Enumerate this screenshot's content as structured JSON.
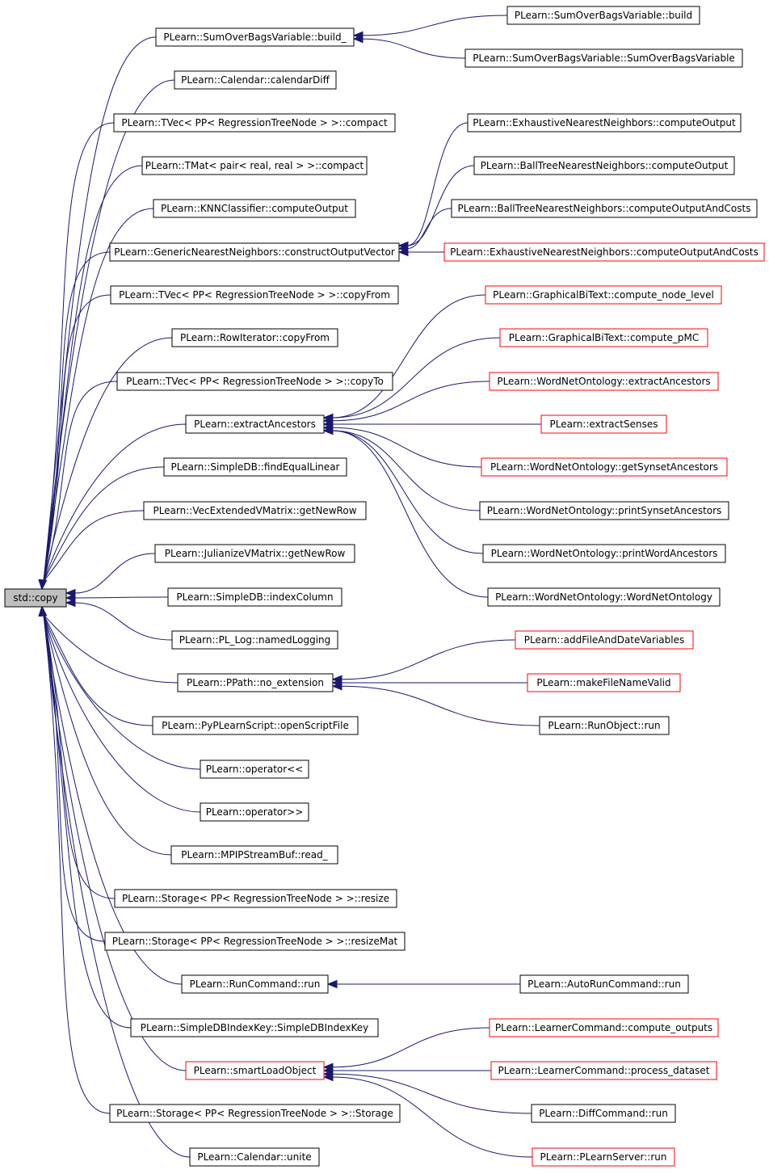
{
  "colors": {
    "edge": "#191970",
    "root_fill": "#bfbfbf",
    "node_fill": "#ffffff",
    "node_border": "#000000",
    "truncated_border": "#ff0000"
  },
  "nodes": [
    {
      "id": "root",
      "label": "std::copy",
      "style": "root"
    },
    {
      "id": "n1",
      "label": "PLearn::SumOverBagsVariable::build_",
      "style": "normal"
    },
    {
      "id": "n2",
      "label": "PLearn::Calendar::calendarDiff",
      "style": "normal"
    },
    {
      "id": "n3",
      "label": "PLearn::TVec< PP< RegressionTreeNode > >::compact",
      "style": "normal"
    },
    {
      "id": "n4",
      "label": "PLearn::TMat< pair< real, real > >::compact",
      "style": "normal"
    },
    {
      "id": "n5",
      "label": "PLearn::KNNClassifier::computeOutput",
      "style": "normal"
    },
    {
      "id": "n6",
      "label": "PLearn::GenericNearestNeighbors::constructOutputVector",
      "style": "normal"
    },
    {
      "id": "n7",
      "label": "PLearn::TVec< PP< RegressionTreeNode > >::copyFrom",
      "style": "normal"
    },
    {
      "id": "n8",
      "label": "PLearn::RowIterator::copyFrom",
      "style": "normal"
    },
    {
      "id": "n9",
      "label": "PLearn::TVec< PP< RegressionTreeNode > >::copyTo",
      "style": "normal"
    },
    {
      "id": "n10",
      "label": "PLearn::extractAncestors",
      "style": "normal"
    },
    {
      "id": "n11",
      "label": "PLearn::SimpleDB::findEqualLinear",
      "style": "normal"
    },
    {
      "id": "n12",
      "label": "PLearn::VecExtendedVMatrix::getNewRow",
      "style": "normal"
    },
    {
      "id": "n13",
      "label": "PLearn::JulianizeVMatrix::getNewRow",
      "style": "normal"
    },
    {
      "id": "n14",
      "label": "PLearn::SimpleDB::indexColumn",
      "style": "normal"
    },
    {
      "id": "n15",
      "label": "PLearn::PL_Log::namedLogging",
      "style": "normal"
    },
    {
      "id": "n16",
      "label": "PLearn::PPath::no_extension",
      "style": "normal"
    },
    {
      "id": "n17",
      "label": "PLearn::PyPLearnScript::openScriptFile",
      "style": "normal"
    },
    {
      "id": "n18",
      "label": "PLearn::operator<<",
      "style": "normal"
    },
    {
      "id": "n19",
      "label": "PLearn::operator>>",
      "style": "normal"
    },
    {
      "id": "n20",
      "label": "PLearn::MPIPStreamBuf::read_",
      "style": "normal"
    },
    {
      "id": "n21",
      "label": "PLearn::Storage< PP< RegressionTreeNode > >::resize",
      "style": "normal"
    },
    {
      "id": "n22",
      "label": "PLearn::Storage< PP< RegressionTreeNode > >::resizeMat",
      "style": "normal"
    },
    {
      "id": "n23",
      "label": "PLearn::RunCommand::run",
      "style": "normal"
    },
    {
      "id": "n24",
      "label": "PLearn::SimpleDBIndexKey::SimpleDBIndexKey",
      "style": "normal"
    },
    {
      "id": "n25",
      "label": "PLearn::smartLoadObject",
      "style": "truncated"
    },
    {
      "id": "n26",
      "label": "PLearn::Storage< PP< RegressionTreeNode > >::Storage",
      "style": "normal"
    },
    {
      "id": "n27",
      "label": "PLearn::Calendar::unite",
      "style": "normal"
    },
    {
      "id": "r1",
      "label": "PLearn::SumOverBagsVariable::build",
      "style": "normal"
    },
    {
      "id": "r2",
      "label": "PLearn::SumOverBagsVariable::SumOverBagsVariable",
      "style": "normal"
    },
    {
      "id": "r3",
      "label": "PLearn::ExhaustiveNearestNeighbors::computeOutput",
      "style": "normal"
    },
    {
      "id": "r4",
      "label": "PLearn::BallTreeNearestNeighbors::computeOutput",
      "style": "normal"
    },
    {
      "id": "r5",
      "label": "PLearn::BallTreeNearestNeighbors::computeOutputAndCosts",
      "style": "normal"
    },
    {
      "id": "r6",
      "label": "PLearn::ExhaustiveNearestNeighbors::computeOutputAndCosts",
      "style": "truncated"
    },
    {
      "id": "r7",
      "label": "PLearn::GraphicalBiText::compute_node_level",
      "style": "truncated"
    },
    {
      "id": "r8",
      "label": "PLearn::GraphicalBiText::compute_pMC",
      "style": "truncated"
    },
    {
      "id": "r9",
      "label": "PLearn::WordNetOntology::extractAncestors",
      "style": "truncated"
    },
    {
      "id": "r10",
      "label": "PLearn::extractSenses",
      "style": "truncated"
    },
    {
      "id": "r11",
      "label": "PLearn::WordNetOntology::getSynsetAncestors",
      "style": "truncated"
    },
    {
      "id": "r12",
      "label": "PLearn::WordNetOntology::printSynsetAncestors",
      "style": "normal"
    },
    {
      "id": "r13",
      "label": "PLearn::WordNetOntology::printWordAncestors",
      "style": "normal"
    },
    {
      "id": "r14",
      "label": "PLearn::WordNetOntology::WordNetOntology",
      "style": "normal"
    },
    {
      "id": "r15",
      "label": "PLearn::addFileAndDateVariables",
      "style": "truncated"
    },
    {
      "id": "r16",
      "label": "PLearn::makeFileNameValid",
      "style": "truncated"
    },
    {
      "id": "r17",
      "label": "PLearn::RunObject::run",
      "style": "normal"
    },
    {
      "id": "r18",
      "label": "PLearn::AutoRunCommand::run",
      "style": "normal"
    },
    {
      "id": "r19",
      "label": "PLearn::LearnerCommand::compute_outputs",
      "style": "truncated"
    },
    {
      "id": "r20",
      "label": "PLearn::LearnerCommand::process_dataset",
      "style": "truncated"
    },
    {
      "id": "r21",
      "label": "PLearn::DiffCommand::run",
      "style": "normal"
    },
    {
      "id": "r22",
      "label": "PLearn::PLearnServer::run",
      "style": "truncated"
    }
  ],
  "edges": [
    {
      "from": "n1",
      "to": "root"
    },
    {
      "from": "n2",
      "to": "root"
    },
    {
      "from": "n3",
      "to": "root"
    },
    {
      "from": "n4",
      "to": "root"
    },
    {
      "from": "n5",
      "to": "root"
    },
    {
      "from": "n6",
      "to": "root"
    },
    {
      "from": "n7",
      "to": "root"
    },
    {
      "from": "n8",
      "to": "root"
    },
    {
      "from": "n9",
      "to": "root"
    },
    {
      "from": "n10",
      "to": "root"
    },
    {
      "from": "n11",
      "to": "root"
    },
    {
      "from": "n12",
      "to": "root"
    },
    {
      "from": "n13",
      "to": "root"
    },
    {
      "from": "n14",
      "to": "root"
    },
    {
      "from": "n15",
      "to": "root"
    },
    {
      "from": "n16",
      "to": "root"
    },
    {
      "from": "n17",
      "to": "root"
    },
    {
      "from": "n18",
      "to": "root"
    },
    {
      "from": "n19",
      "to": "root"
    },
    {
      "from": "n20",
      "to": "root"
    },
    {
      "from": "n21",
      "to": "root"
    },
    {
      "from": "n22",
      "to": "root"
    },
    {
      "from": "n23",
      "to": "root"
    },
    {
      "from": "n24",
      "to": "root"
    },
    {
      "from": "n25",
      "to": "root"
    },
    {
      "from": "n26",
      "to": "root"
    },
    {
      "from": "n27",
      "to": "root"
    },
    {
      "from": "r1",
      "to": "n1"
    },
    {
      "from": "r2",
      "to": "n1"
    },
    {
      "from": "r3",
      "to": "n6"
    },
    {
      "from": "r4",
      "to": "n6"
    },
    {
      "from": "r5",
      "to": "n6"
    },
    {
      "from": "r6",
      "to": "n6"
    },
    {
      "from": "r7",
      "to": "n10"
    },
    {
      "from": "r8",
      "to": "n10"
    },
    {
      "from": "r9",
      "to": "n10"
    },
    {
      "from": "r10",
      "to": "n10"
    },
    {
      "from": "r11",
      "to": "n10"
    },
    {
      "from": "r12",
      "to": "n10"
    },
    {
      "from": "r13",
      "to": "n10"
    },
    {
      "from": "r14",
      "to": "n10"
    },
    {
      "from": "r15",
      "to": "n16"
    },
    {
      "from": "r16",
      "to": "n16"
    },
    {
      "from": "r17",
      "to": "n16"
    },
    {
      "from": "r18",
      "to": "n23"
    },
    {
      "from": "r19",
      "to": "n25"
    },
    {
      "from": "r20",
      "to": "n25"
    },
    {
      "from": "r21",
      "to": "n25"
    },
    {
      "from": "r22",
      "to": "n25"
    }
  ]
}
